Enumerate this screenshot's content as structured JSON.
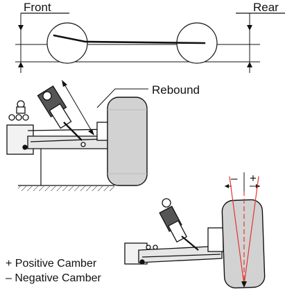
{
  "top_diagram": {
    "front_label": "Front",
    "rear_label": "Rear"
  },
  "rebound_view": {
    "label": "Rebound",
    "colors": {
      "wheel_fill": "#d2d2d2",
      "outline": "#111111"
    }
  },
  "camber_view": {
    "sign_minus": "–",
    "sign_plus": "+",
    "colors": {
      "reference_lines": "#e3342f",
      "wheel_fill": "#d2d2d2"
    }
  },
  "legend": {
    "positive": "+ Positive Camber",
    "negative": "– Negative Camber"
  }
}
